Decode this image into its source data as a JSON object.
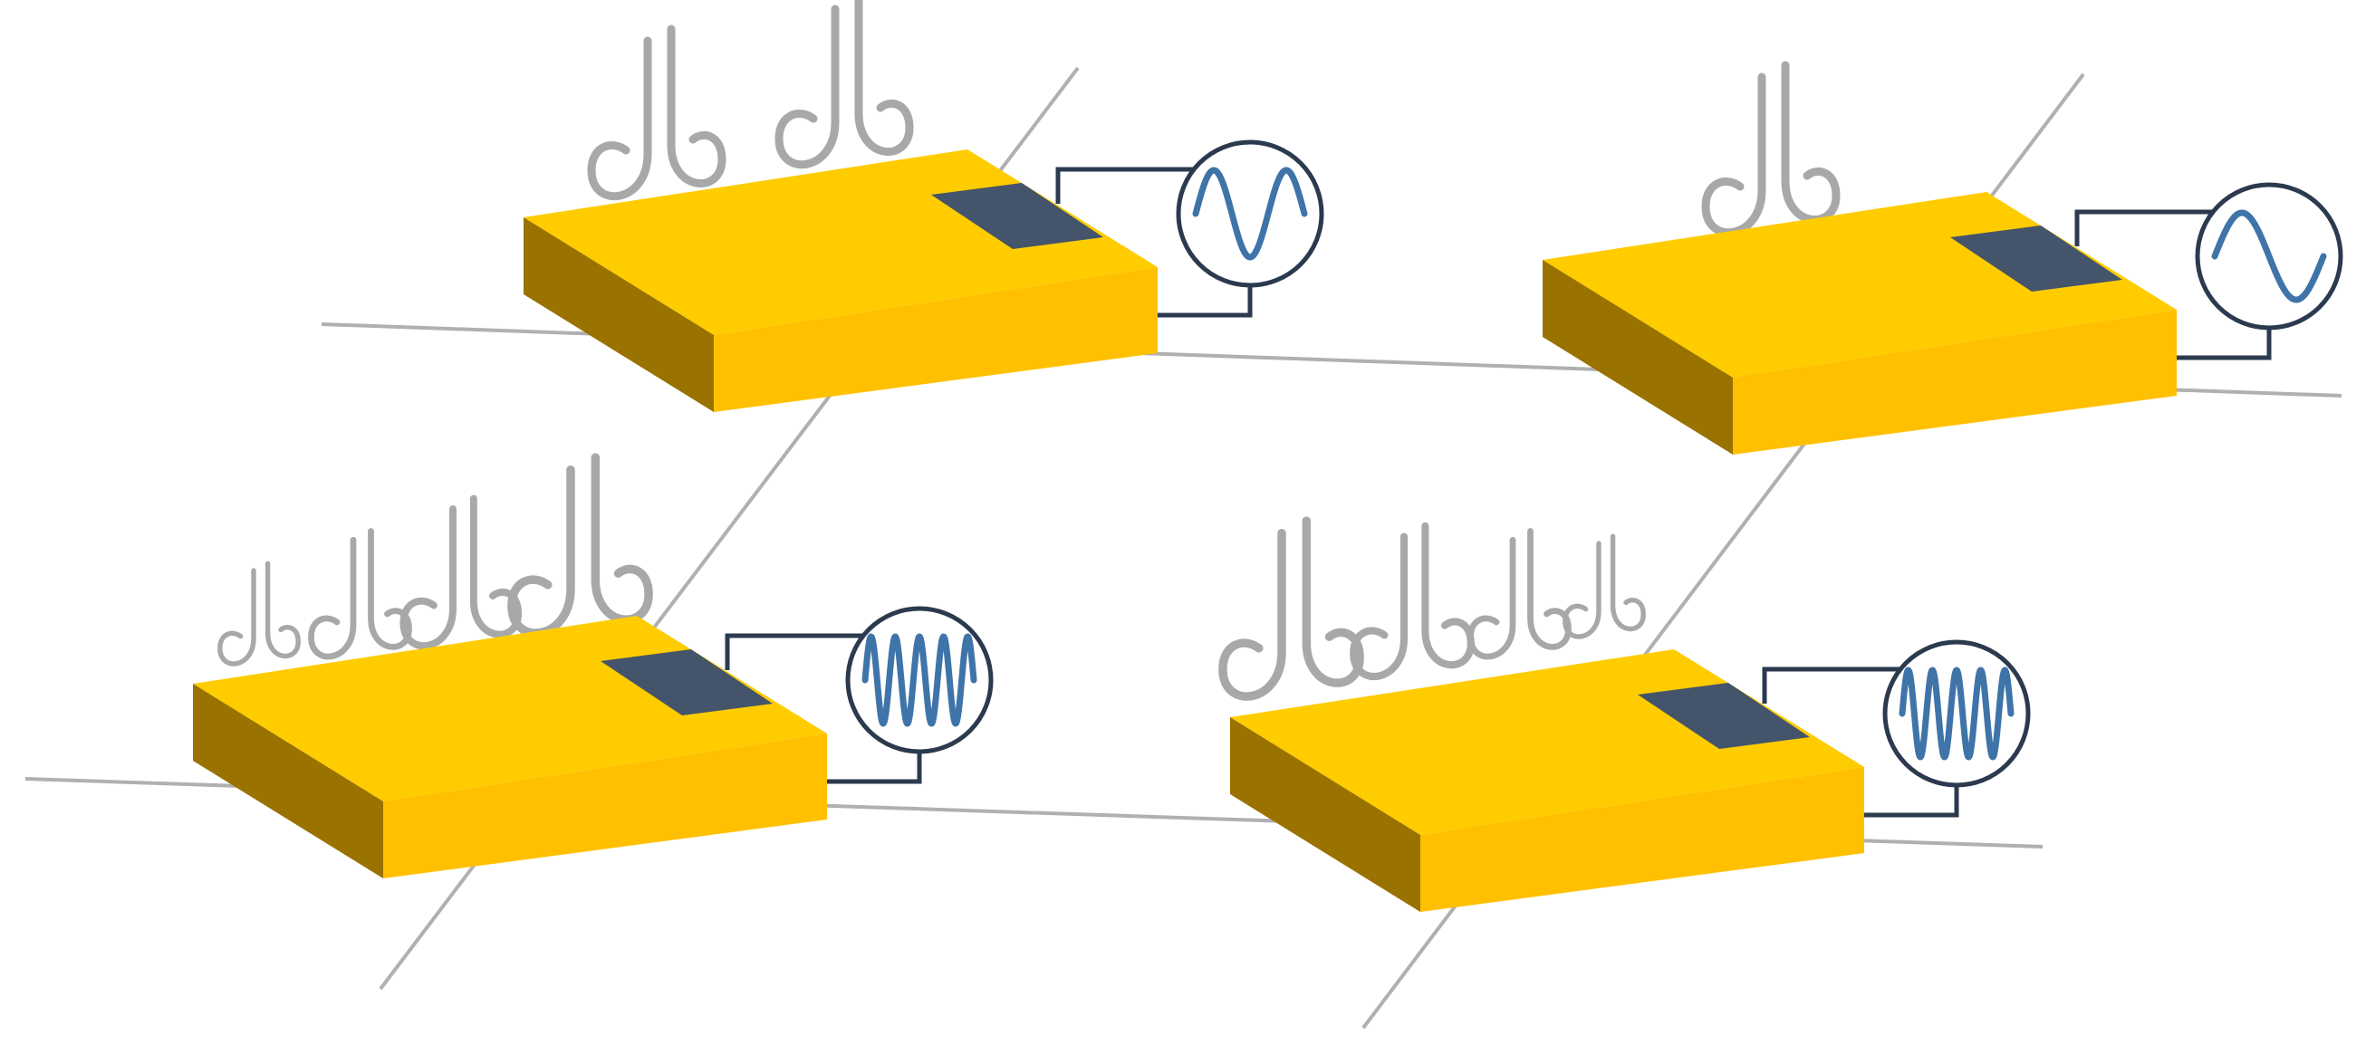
{
  "colors": {
    "background": "#ffffff",
    "axis_line": "#b0b0b0",
    "plate_top": "#ffcc00",
    "plate_front": "#ffc000",
    "plate_side": "#9a7200",
    "transducer": "#44546a",
    "wire": "#2b3a4e",
    "source_ring": "#2b3a4e",
    "waveform": "#3f74a8",
    "emission_glyph": "#a8a8a8"
  },
  "icons": {
    "emission": "acoustic-emission-swirl-icon",
    "source": "signal-generator-sine-icon"
  },
  "panels": [
    {
      "id": "top-left",
      "frequency_level": 1,
      "wave_cycles": 1.5,
      "emission_count": 2
    },
    {
      "id": "top-right",
      "frequency_level": 1,
      "wave_cycles": 1.0,
      "emission_count": 1
    },
    {
      "id": "bottom-left",
      "frequency_level": 4,
      "wave_cycles": 4.5,
      "emission_count": 4
    },
    {
      "id": "bottom-right",
      "frequency_level": 4,
      "wave_cycles": 4.5,
      "emission_count": 4
    }
  ]
}
